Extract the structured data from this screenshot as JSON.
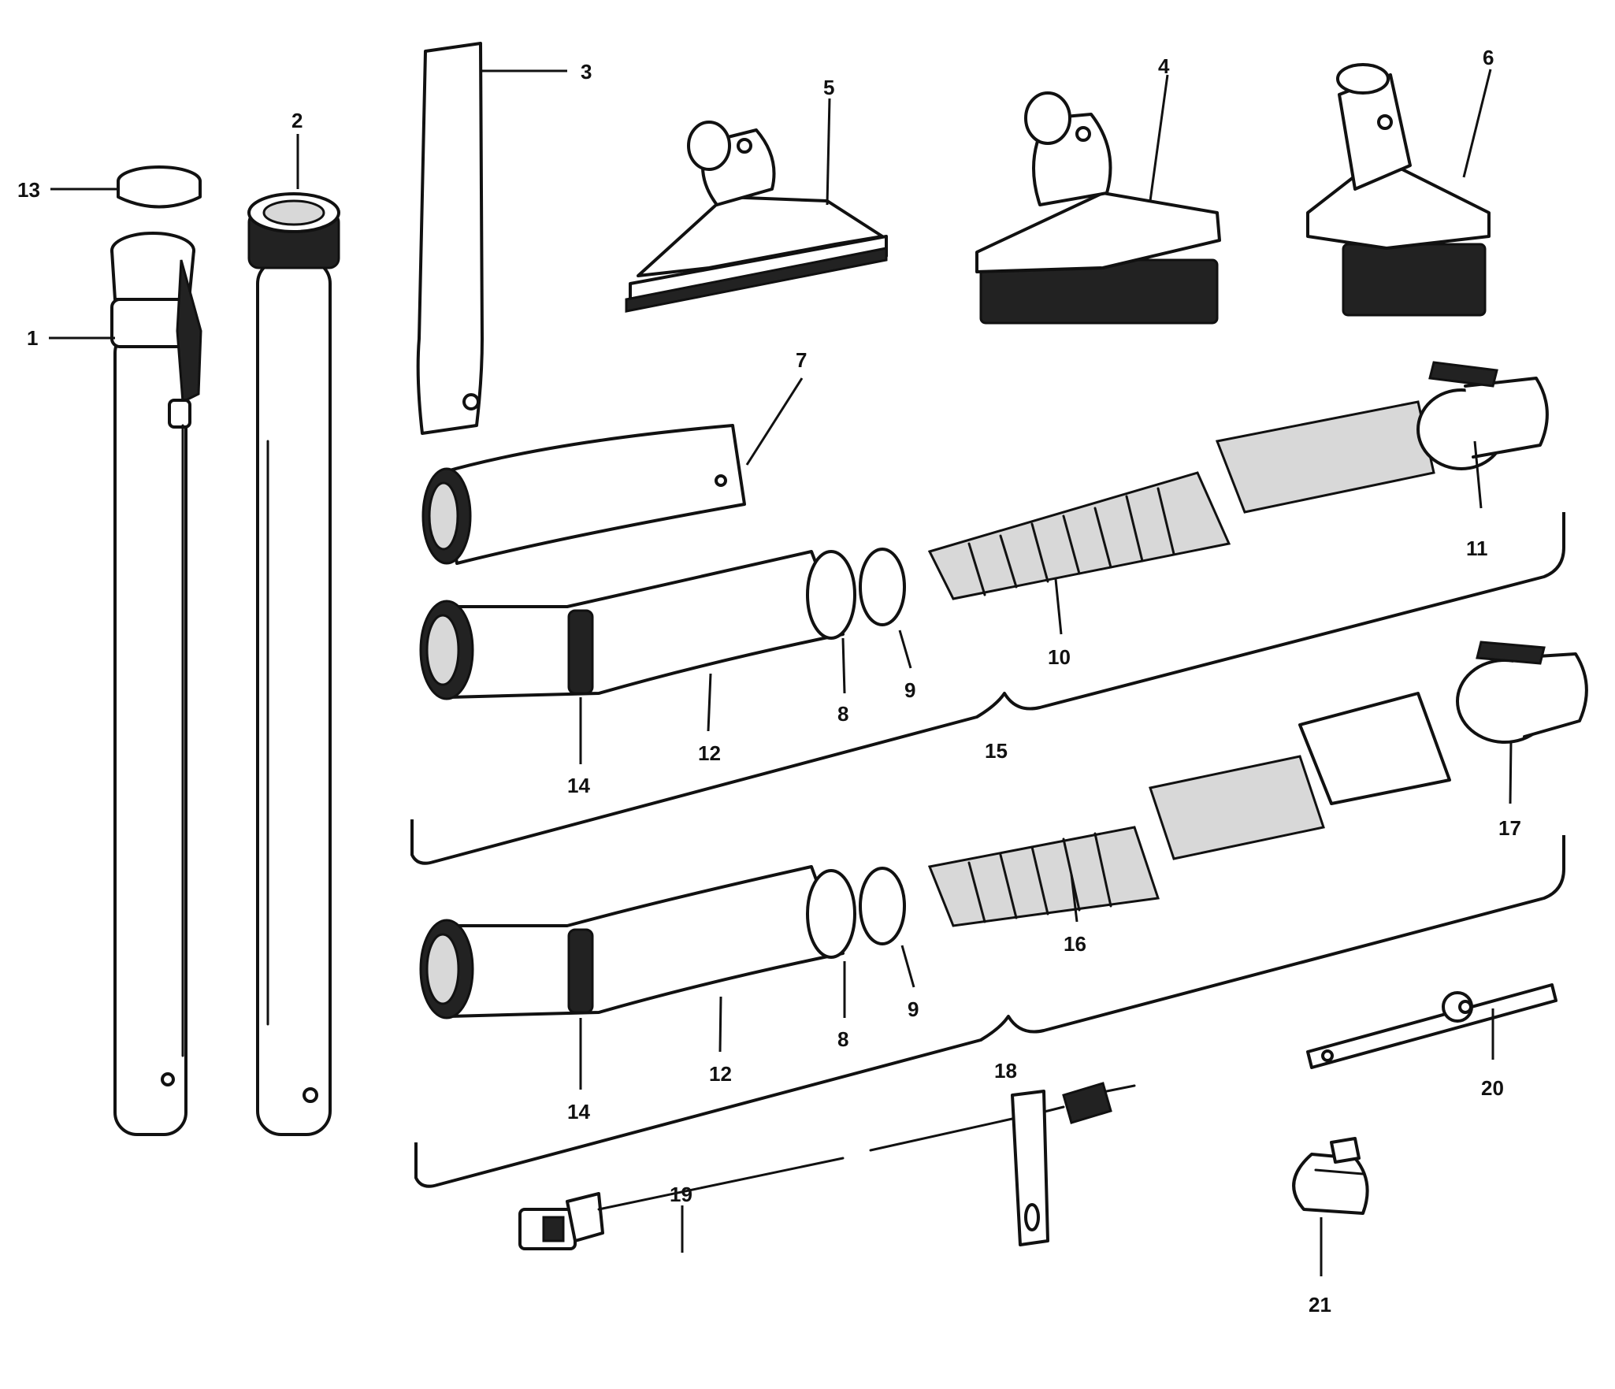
{
  "callouts": {
    "c1": "1",
    "c2": "2",
    "c3": "3",
    "c4": "4",
    "c5": "5",
    "c6": "6",
    "c7": "7",
    "c8a": "8",
    "c8b": "8",
    "c9a": "9",
    "c9b": "9",
    "c10": "10",
    "c11": "11",
    "c12a": "12",
    "c12b": "12",
    "c13": "13",
    "c14a": "14",
    "c14b": "14",
    "c15": "15",
    "c16": "16",
    "c17": "17",
    "c18": "18",
    "c19": "19",
    "c20": "20",
    "c21": "21"
  },
  "colors": {
    "ink": "#111111",
    "paper": "#ffffff",
    "shading": "#222222"
  }
}
